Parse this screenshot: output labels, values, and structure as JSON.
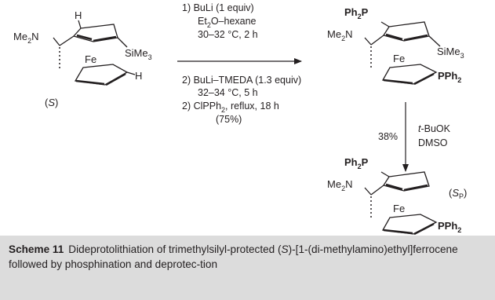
{
  "scheme": {
    "start": {
      "h_top": "H",
      "nme2": "Me",
      "nme2_sub": "2",
      "nme2_n": "N",
      "sime3": "SiMe",
      "sime3_sub": "3",
      "fe": "Fe",
      "h_right": "H",
      "stereo_open": "(",
      "stereo_s": "S",
      "stereo_close": ")"
    },
    "reagents_1": {
      "line1": "1) BuLi (1 equiv)",
      "line2_a": "Et",
      "line2_sub": "2",
      "line2_b": "O–hexane",
      "line3": "30–32 °C, 2 h",
      "line4": "2) BuLi–TMEDA (1.3 equiv)",
      "line5": "32–34 °C, 5 h",
      "line6_a": "2) ClPPh",
      "line6_sub": "2",
      "line6_b": ", reflux, 18 h",
      "line7": "(75%)"
    },
    "product_1": {
      "pph2_a": "Ph",
      "pph2_sub": "2",
      "pph2_b": "P",
      "nme2": "Me",
      "nme2_sub": "2",
      "nme2_n": "N",
      "sime3": "SiMe",
      "sime3_sub": "3",
      "fe": "Fe",
      "pph2r_a": "PPh",
      "pph2r_sub": "2"
    },
    "reagents_2": {
      "yield": "38%",
      "t": "t",
      "buok": "-BuOK",
      "dmso": "DMSO"
    },
    "product_2": {
      "pph2_a": "Ph",
      "pph2_sub": "2",
      "pph2_b": "P",
      "nme2": "Me",
      "nme2_sub": "2",
      "nme2_n": "N",
      "fe": "Fe",
      "pph2r_a": "PPh",
      "pph2r_sub": "2",
      "stereo_open": "(",
      "stereo_s": "S",
      "stereo_sub": "P",
      "stereo_close": ")"
    }
  },
  "caption": {
    "label": "Scheme 11",
    "text_a": "Dideprotolithiation of trimethylsilyl-protected (",
    "text_s": "S",
    "text_b": ")-[1-(di-methylamino)ethyl]ferrocene followed by phosphination and deprotec-tion"
  }
}
